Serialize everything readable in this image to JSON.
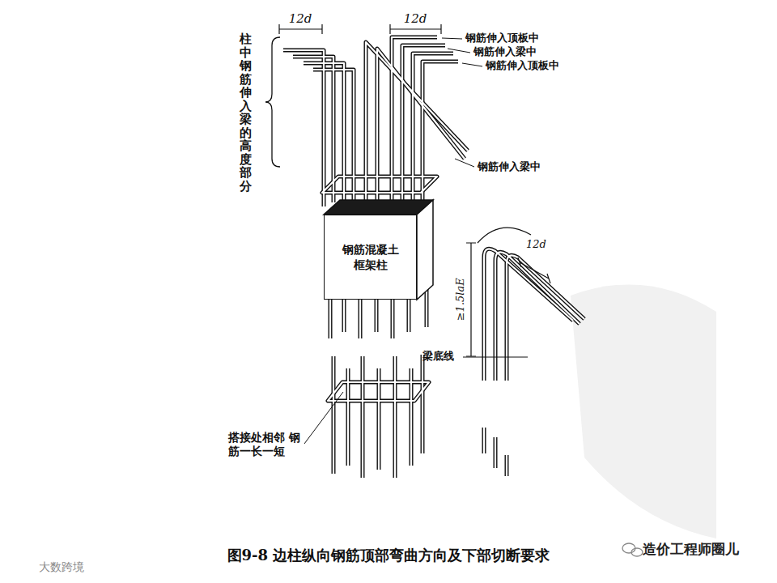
{
  "diagram": {
    "caption": "图9-8 边柱纵向钢筋顶部弯曲方向及下部切断要求",
    "nodes": [
      {
        "text": [
          "钢筋混凝土 框架柱"
        ]
      }
    ],
    "labels": [
      "柱中钢筋伸入梁的高度部分",
      "12d",
      "12d",
      "钢筋伸入顶板中",
      "钢筋伸入梁中",
      "钢筋伸入顶板中",
      "钢筋伸入梁中",
      "12d",
      "≥1.5laE",
      "梁底线",
      "搭接处相邻 钢筋一长一短",
      "造价工程师圈儿",
      "大数跨境"
    ]
  }
}
